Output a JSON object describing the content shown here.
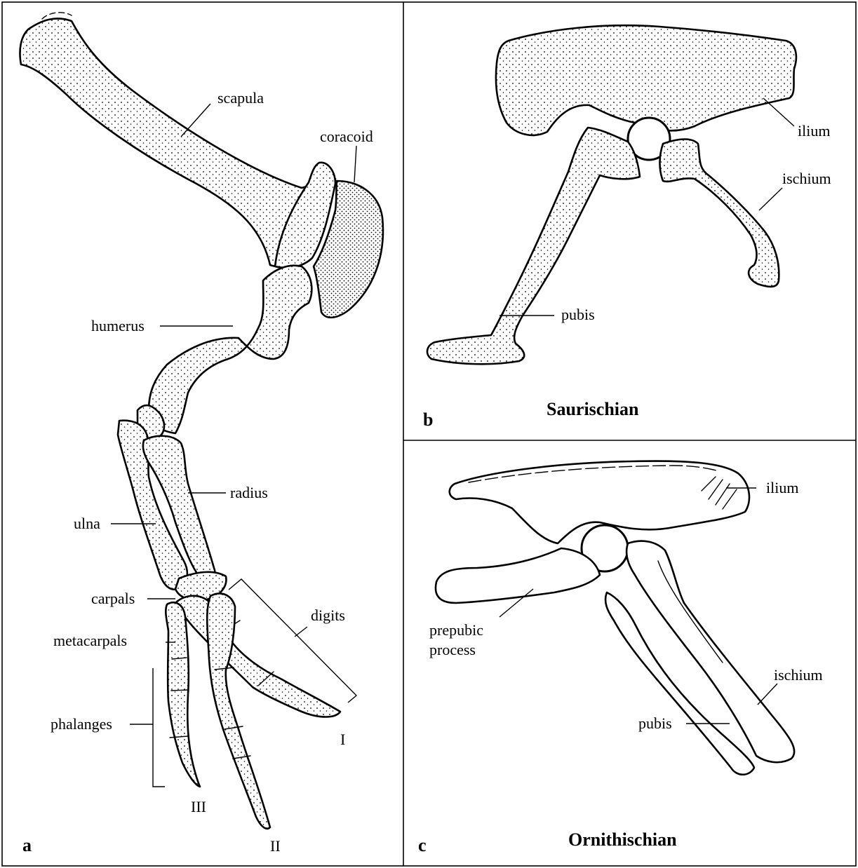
{
  "panel_a": {
    "letter": "a",
    "labels": {
      "scapula": "scapula",
      "coracoid": "coracoid",
      "humerus": "humerus",
      "radius": "radius",
      "ulna": "ulna",
      "carpals": "carpals",
      "digits": "digits",
      "metacarpals": "metacarpals",
      "phalanges": "phalanges"
    },
    "digit_numerals": {
      "one": "I",
      "two": "II",
      "three": "III"
    }
  },
  "panel_b": {
    "letter": "b",
    "title": "Saurischian",
    "labels": {
      "ilium": "ilium",
      "ischium": "ischium",
      "pubis": "pubis"
    }
  },
  "panel_c": {
    "letter": "c",
    "title": "Ornithischian",
    "labels": {
      "ilium": "ilium",
      "prepubic_line1": "prepubic",
      "prepubic_line2": "process",
      "ischium": "ischium",
      "pubis": "pubis"
    }
  }
}
